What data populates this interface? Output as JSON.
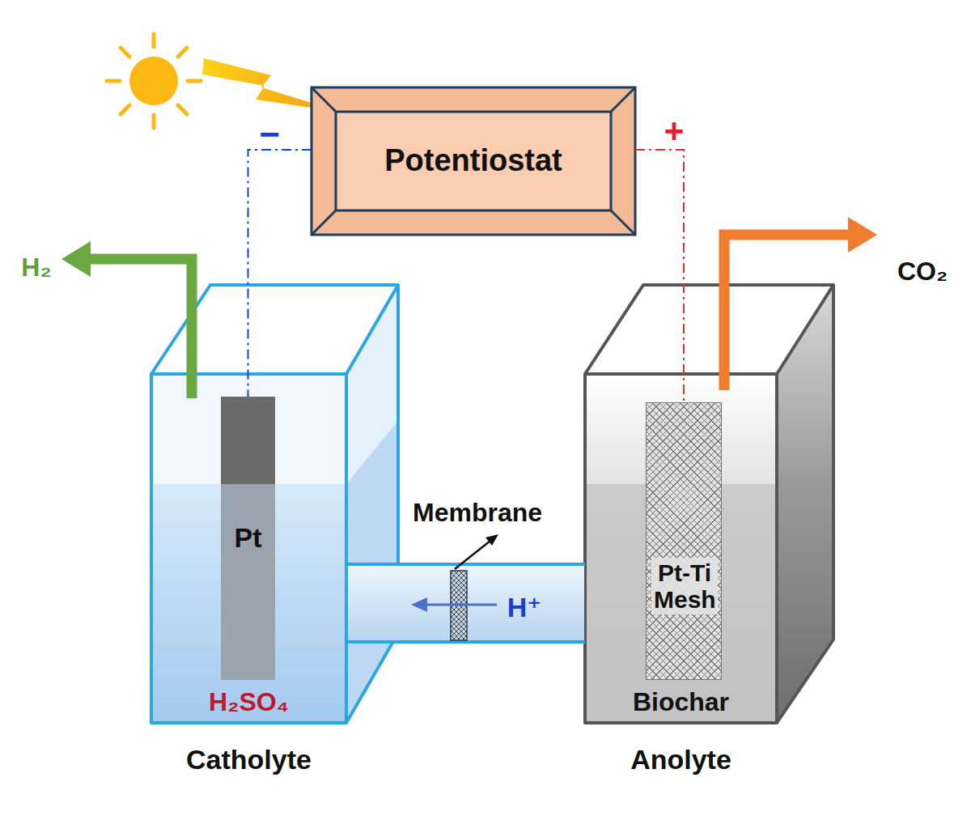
{
  "diagram": {
    "nodes": [
      {
        "text": [
          "Potentiostat"
        ]
      },
      {
        "text": [
          "H₂SO₄",
          "Catholyte"
        ]
      },
      {
        "text": [
          "Pt"
        ],
        "in": 1
      },
      {
        "text": [
          "Biochar",
          "Anolyte"
        ]
      },
      {
        "text": [
          "Pt-Ti Mesh"
        ],
        "in": 3
      }
    ],
    "edges": [
      {
        "from": 0,
        "to": 2,
        "arrow": "none"
      },
      {
        "from": 0,
        "to": 4,
        "arrow": "none"
      }
    ],
    "labels": [
      "−",
      "+",
      "H₂",
      "CO₂",
      "Membrane",
      "H⁺"
    ]
  }
}
